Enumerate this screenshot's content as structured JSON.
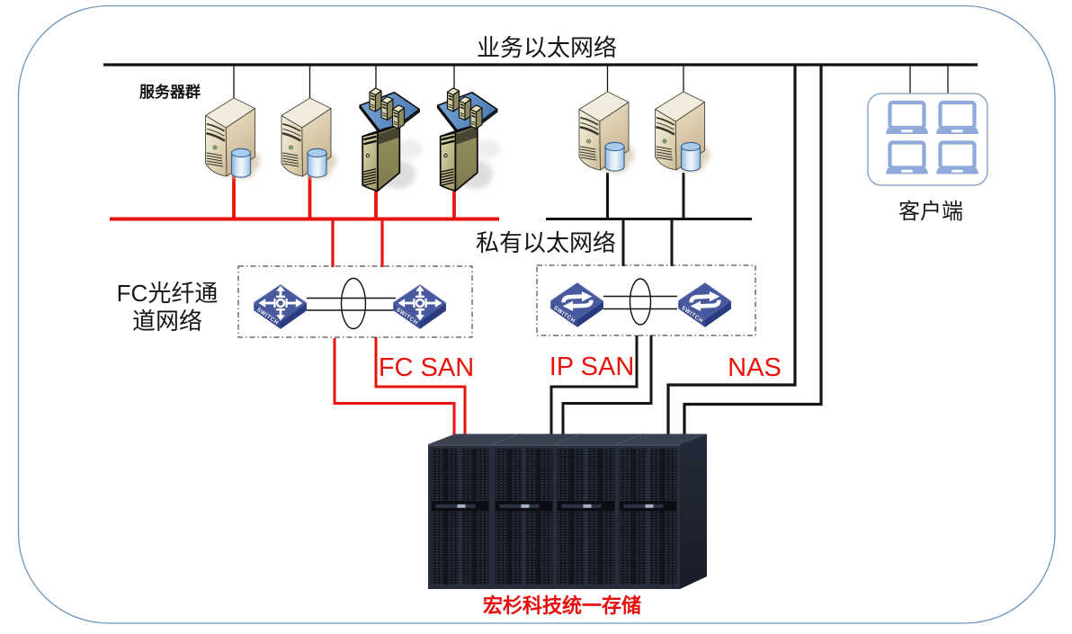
{
  "colors": {
    "canvas_border": "#6e93b5",
    "line_black": "#141414",
    "line_red": "#e8130c",
    "label_red": "#e8130c",
    "switch_blue": "#47589e",
    "laptop_blue": "#8faad8",
    "storage_label_red": "#e60c0b"
  },
  "diagram": {
    "business_bus": {
      "label": "业务以太网络"
    },
    "private_bus": {
      "label": "私有以太网络"
    },
    "server_group": {
      "label": "服务器群"
    },
    "fc_network": {
      "label": "FC光纤通道网络",
      "lines": [
        "FC光纤通",
        "道网络"
      ]
    },
    "clients": {
      "label": "客户端"
    },
    "links": {
      "fc_san": "FC SAN",
      "ip_san": "IP SAN",
      "nas": "NAS"
    },
    "storage": {
      "label": "宏杉科技统一存储"
    },
    "switch_text": "SWITCH"
  }
}
